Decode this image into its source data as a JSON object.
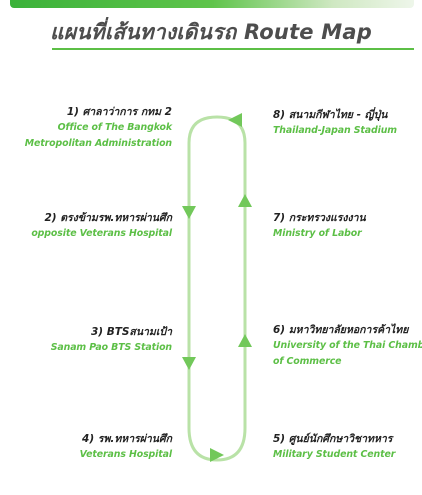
{
  "title": "แผนที่เส้นทางเดินรถ Route Map",
  "colors": {
    "route": "#b9e2a7",
    "arrow": "#72c85a",
    "accent": "#5cbf46",
    "title": "#4d4d4d"
  },
  "stops": [
    {
      "num": "1)",
      "thai": "ศาลาว่าการ กทม 2",
      "en": [
        "Office of The Bangkok",
        "Metropolitan Administration"
      ]
    },
    {
      "num": "2)",
      "thai": "ตรงข้ามรพ.ทหารผ่านศึก",
      "en": [
        "opposite Veterans Hospital"
      ]
    },
    {
      "num": "3)",
      "thai": "BTSสนามเป้า",
      "en": [
        "Sanam Pao BTS Station"
      ]
    },
    {
      "num": "4)",
      "thai": "รพ.ทหารผ่านศึก",
      "en": [
        "Veterans Hospital"
      ]
    },
    {
      "num": "5)",
      "thai": "ศูนย์นักศึกษาวิชาทหาร",
      "en": [
        "Military Student Center"
      ]
    },
    {
      "num": "6)",
      "thai": "มหาวิทยาลัยหอการค้าไทย",
      "en": [
        "University of the Thai Chamber",
        "of Commerce"
      ]
    },
    {
      "num": "7)",
      "thai": "กระทรวงแรงงาน",
      "en": [
        "Ministry of Labor"
      ]
    },
    {
      "num": "8)",
      "thai": "สนามกีฬาไทย - ญี่ปุ่น",
      "en": [
        "Thailand-Japan Stadium"
      ]
    }
  ]
}
